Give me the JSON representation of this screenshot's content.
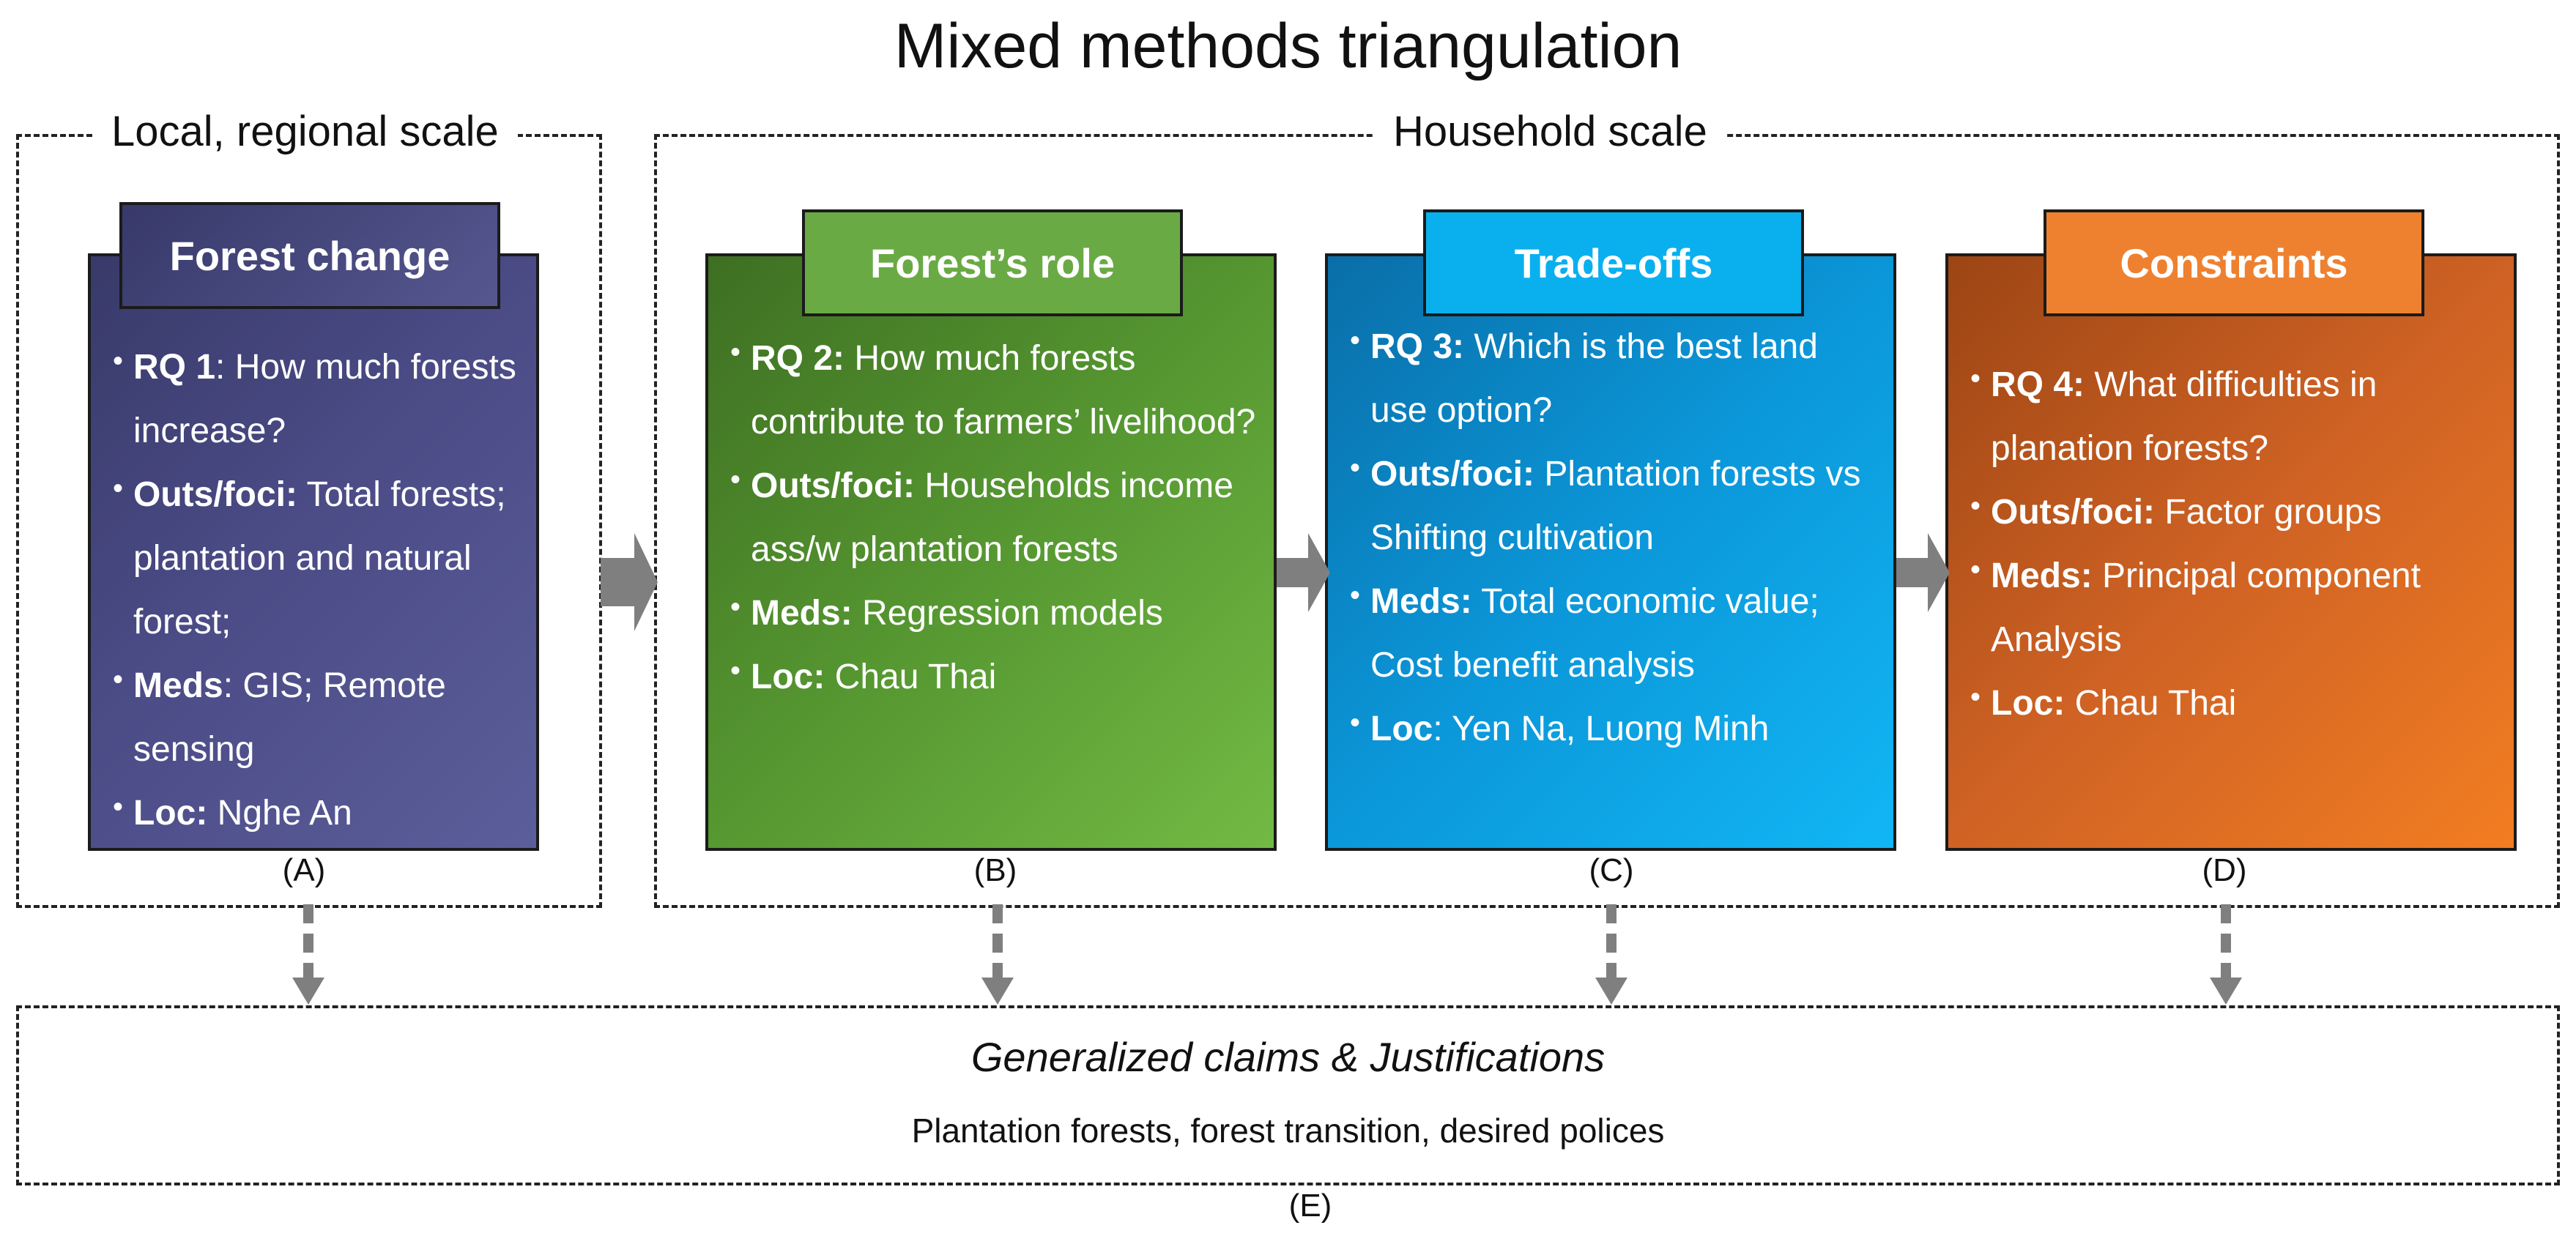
{
  "title": "Mixed methods triangulation",
  "scales": {
    "local": "Local, regional scale",
    "household": "Household scale"
  },
  "panels": [
    {
      "id": "A",
      "header": "Forest change",
      "sublabel": "(A)",
      "items": [
        {
          "key": "RQ 1",
          "text": ": How much forests increase?"
        },
        {
          "key": "Outs/foci:",
          "text": " Total forests; plantation and natural forest;"
        },
        {
          "key": "Meds",
          "text": ": GIS; Remote sensing"
        },
        {
          "key": "Loc:",
          "text": " Nghe An"
        }
      ]
    },
    {
      "id": "B",
      "header": "Forest’s role",
      "sublabel": "(B)",
      "items": [
        {
          "key": "RQ 2:",
          "text": " How much forests contribute to farmers’ livelihood?"
        },
        {
          "key": "Outs/foci:",
          "text": " Households income ass/w plantation forests"
        },
        {
          "key": "Meds:",
          "text": " Regression models"
        },
        {
          "key": "Loc:",
          "text": " Chau Thai"
        }
      ]
    },
    {
      "id": "C",
      "header": "Trade-offs",
      "sublabel": "(C)",
      "items": [
        {
          "key": "RQ 3:",
          "text": " Which is the best land use option?"
        },
        {
          "key": "Outs/foci:",
          "text": " Plantation forests vs Shifting cultivation"
        },
        {
          "key": "Meds:",
          "text": " Total economic value; Cost benefit analysis"
        },
        {
          "key": "Loc",
          "text": ": Yen Na, Luong Minh"
        }
      ]
    },
    {
      "id": "D",
      "header": "Constraints",
      "sublabel": "(D)",
      "items": [
        {
          "key": "RQ 4:",
          "text": " What difficulties in planation forests?"
        },
        {
          "key": "Outs/foci:",
          "text": " Factor groups"
        },
        {
          "key": "Meds:",
          "text": " Principal component Analysis"
        },
        {
          "key": "Loc:",
          "text": " Chau Thai"
        }
      ]
    }
  ],
  "bottom": {
    "heading": "Generalized claims & Justifications",
    "text": "Plantation forests, forest transition, desired polices",
    "sublabel": "(E)"
  },
  "colors": {
    "panel_a": "#4b4b86",
    "panel_b": "#569731",
    "panel_c": "#0b97d9",
    "panel_d": "#cf6224",
    "arrow": "#7f7f7f"
  }
}
